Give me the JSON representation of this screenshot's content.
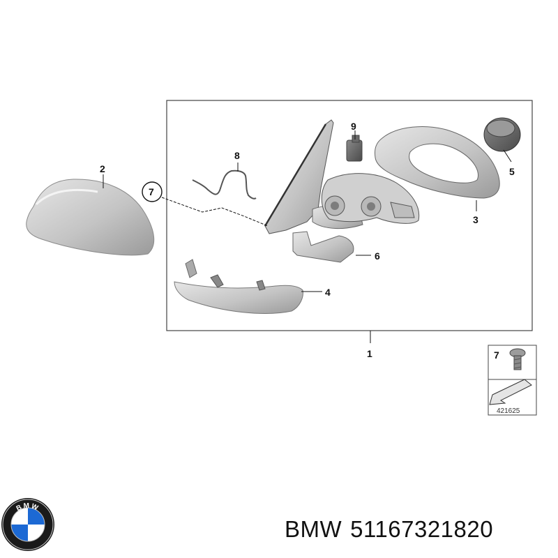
{
  "diagram": {
    "callouts": {
      "c1": "1",
      "c2": "2",
      "c3": "3",
      "c4": "4",
      "c5": "5",
      "c6": "6",
      "c7": "7",
      "c8": "8",
      "c9": "9"
    },
    "inset": {
      "label": "7",
      "ref_number": "421625"
    }
  },
  "logo": {
    "text": "BMW",
    "colors": {
      "blue": "#1c69d4",
      "white": "#ffffff",
      "ring": "#111111"
    }
  },
  "caption": {
    "brand": "BMW",
    "part_number": "51167321820"
  }
}
